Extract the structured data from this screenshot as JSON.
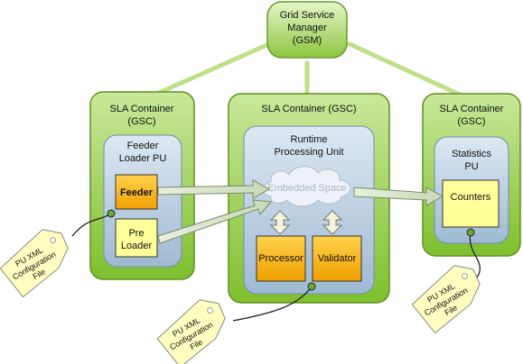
{
  "gsm": {
    "line1": "Grid Service",
    "line2": "Manager",
    "line3": "(GSM)"
  },
  "containers": {
    "left": {
      "line1": "SLA Container",
      "line2": "(GSC)"
    },
    "middle": {
      "line1": "SLA Container (GSC)"
    },
    "right": {
      "line1": "SLA Container",
      "line2": "(GSC)"
    }
  },
  "pus": {
    "feeder_loader": {
      "line1": "Feeder",
      "line2": "Loader PU"
    },
    "runtime": {
      "line1": "Runtime",
      "line2": "Processing Unit"
    },
    "statistics": {
      "line1": "Statistics",
      "line2": "PU"
    }
  },
  "components": {
    "feeder": "Feeder",
    "preloader": {
      "line1": "Pre",
      "line2": "Loader"
    },
    "processor": "Processor",
    "validator": "Validator",
    "counters": "Counters"
  },
  "space": {
    "label": "Embedded Space"
  },
  "tags": [
    {
      "line1": "PU XML",
      "line2": "Configuration",
      "line3": "File"
    },
    {
      "line1": "PU XML",
      "line2": "Configuration",
      "line3": "File"
    },
    {
      "line1": "PU XML",
      "line2": "Configuration",
      "line3": "File"
    }
  ],
  "colors": {
    "container_green": "#8cc63f",
    "pu_blue": "#b8cde0",
    "component_yellow": "#ffff99",
    "component_orange": "#f5a800",
    "tag": "#ffffc0"
  }
}
